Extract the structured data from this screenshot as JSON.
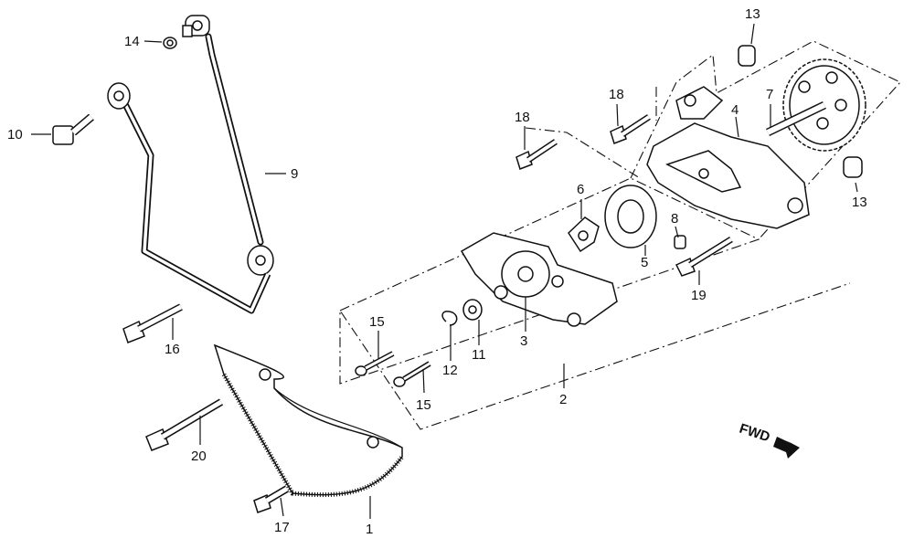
{
  "diagram": {
    "fwd_label": "FWD",
    "callouts": {
      "c1": "1",
      "c2": "2",
      "c3": "3",
      "c4": "4",
      "c5": "5",
      "c6": "6",
      "c7": "7",
      "c8": "8",
      "c9": "9",
      "c10": "10",
      "c11": "11",
      "c12": "12",
      "c13a": "13",
      "c13b": "13",
      "c14": "14",
      "c15a": "15",
      "c15b": "15",
      "c16": "16",
      "c17": "17",
      "c18a": "18",
      "c18b": "18",
      "c19": "19",
      "c20": "20"
    }
  }
}
